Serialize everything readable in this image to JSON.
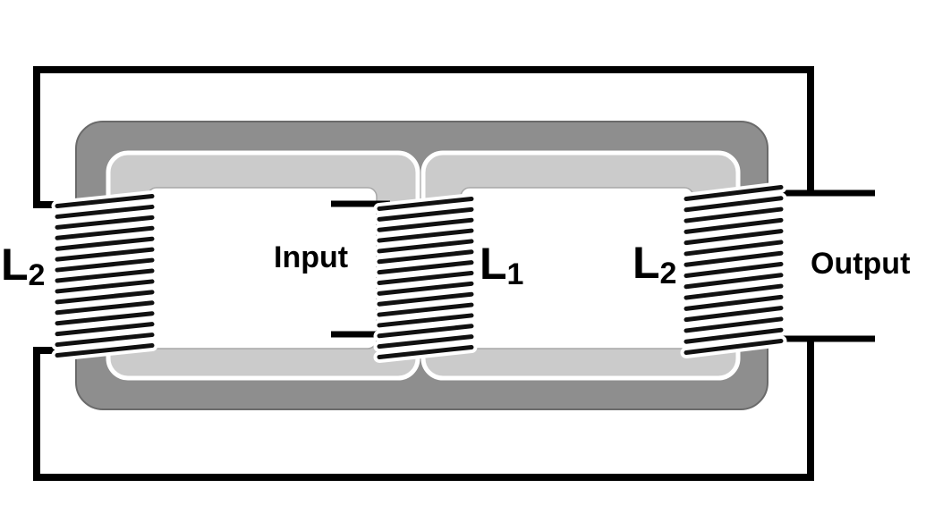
{
  "diagram": {
    "type": "coupled-inductor-transformer-diagram",
    "labels": {
      "left_winding": {
        "main": "L",
        "sub": "2"
      },
      "input": "Input",
      "center_winding": {
        "main": "L",
        "sub": "1"
      },
      "right_winding": {
        "main": "L",
        "sub": "2"
      },
      "output": "Output"
    },
    "colors": {
      "background": "#ffffff",
      "core": "#8e8e8e",
      "core_inner": "#cbcbcb",
      "window": "#ffffff",
      "wire": "#000000",
      "winding": "#111111"
    }
  }
}
